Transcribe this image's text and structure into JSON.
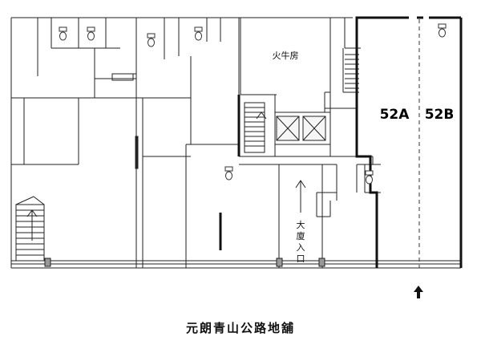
{
  "title": "元朗青山公路地舖",
  "units": [
    "52A",
    "52B"
  ],
  "labels": {
    "kitchen": "火牛房",
    "lobby_entrance": "大廈入口"
  },
  "icons": {
    "toilet": "toilet-icon",
    "lift": "lift-icon",
    "stair_up": "stair-arrow-icon",
    "entrance": "entrance-arrow-icon"
  }
}
